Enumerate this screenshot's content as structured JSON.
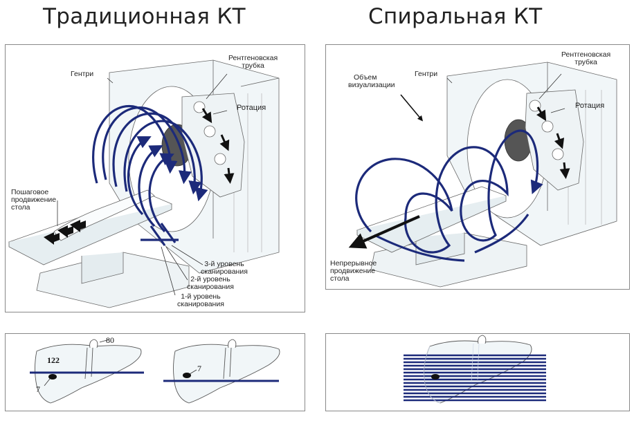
{
  "titles": {
    "left": "Традиционная КТ",
    "right": "Спиральная КТ"
  },
  "traditional": {
    "gantry": "Гентри",
    "xray_tube_line1": "Рентгеновская",
    "xray_tube_line2": "трубка",
    "rotation": "Ротация",
    "table_line1": "Пошаговое",
    "table_line2": "продвижение",
    "table_line3": "стола",
    "level3_line1": "3-й уровень",
    "level3_line2": "сканирования",
    "level2_line1": "2-й уровень",
    "level2_line2": "сканирования",
    "level1_line1": "1-й уровень",
    "level1_line2": "сканирования"
  },
  "spiral": {
    "volume_line1": "Объем",
    "volume_line2": "визуализации",
    "gantry": "Гентри",
    "xray_tube_line1": "Рентгеновская",
    "xray_tube_line2": "трубка",
    "rotation": "Ротация",
    "table_line1": "Непрерывное",
    "table_line2": "продвижение",
    "table_line3": "стола"
  },
  "liver_labels": {
    "n80": "80",
    "n122": "122",
    "n7a": "7",
    "n7b": "7"
  },
  "colors": {
    "arrow_blue": "#1c2a7a",
    "line": "#555555",
    "fill": "#f1f6f8"
  }
}
